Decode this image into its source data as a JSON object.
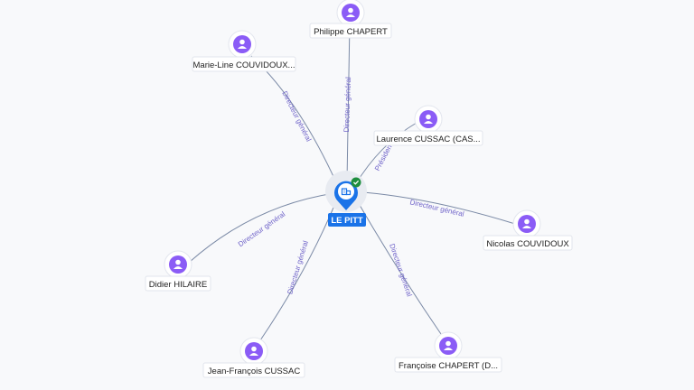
{
  "company": {
    "name": "LE PITT",
    "icon": "building-icon",
    "status_icon": "check-icon",
    "color": "#1a73e8",
    "status_color": "#1e8e3e"
  },
  "person_color": "#8b5cf6",
  "people": [
    {
      "id": "philippe",
      "name": "Philippe CHAPERT",
      "role": "Directeur général"
    },
    {
      "id": "marie-line",
      "name": "Marie-Line COUVIDOUX...",
      "role": "Directeur général"
    },
    {
      "id": "laurence",
      "name": "Laurence CUSSAC (CAS...",
      "role": "Président"
    },
    {
      "id": "nicolas",
      "name": "Nicolas COUVIDOUX",
      "role": "Directeur général"
    },
    {
      "id": "francoise",
      "name": "Françoise CHAPERT (D...",
      "role": "Directeur général"
    },
    {
      "id": "jean-francois",
      "name": "Jean-François CUSSAC",
      "role": "Directeur général"
    },
    {
      "id": "didier",
      "name": "Didier HILAIRE",
      "role": "Directeur général"
    }
  ]
}
